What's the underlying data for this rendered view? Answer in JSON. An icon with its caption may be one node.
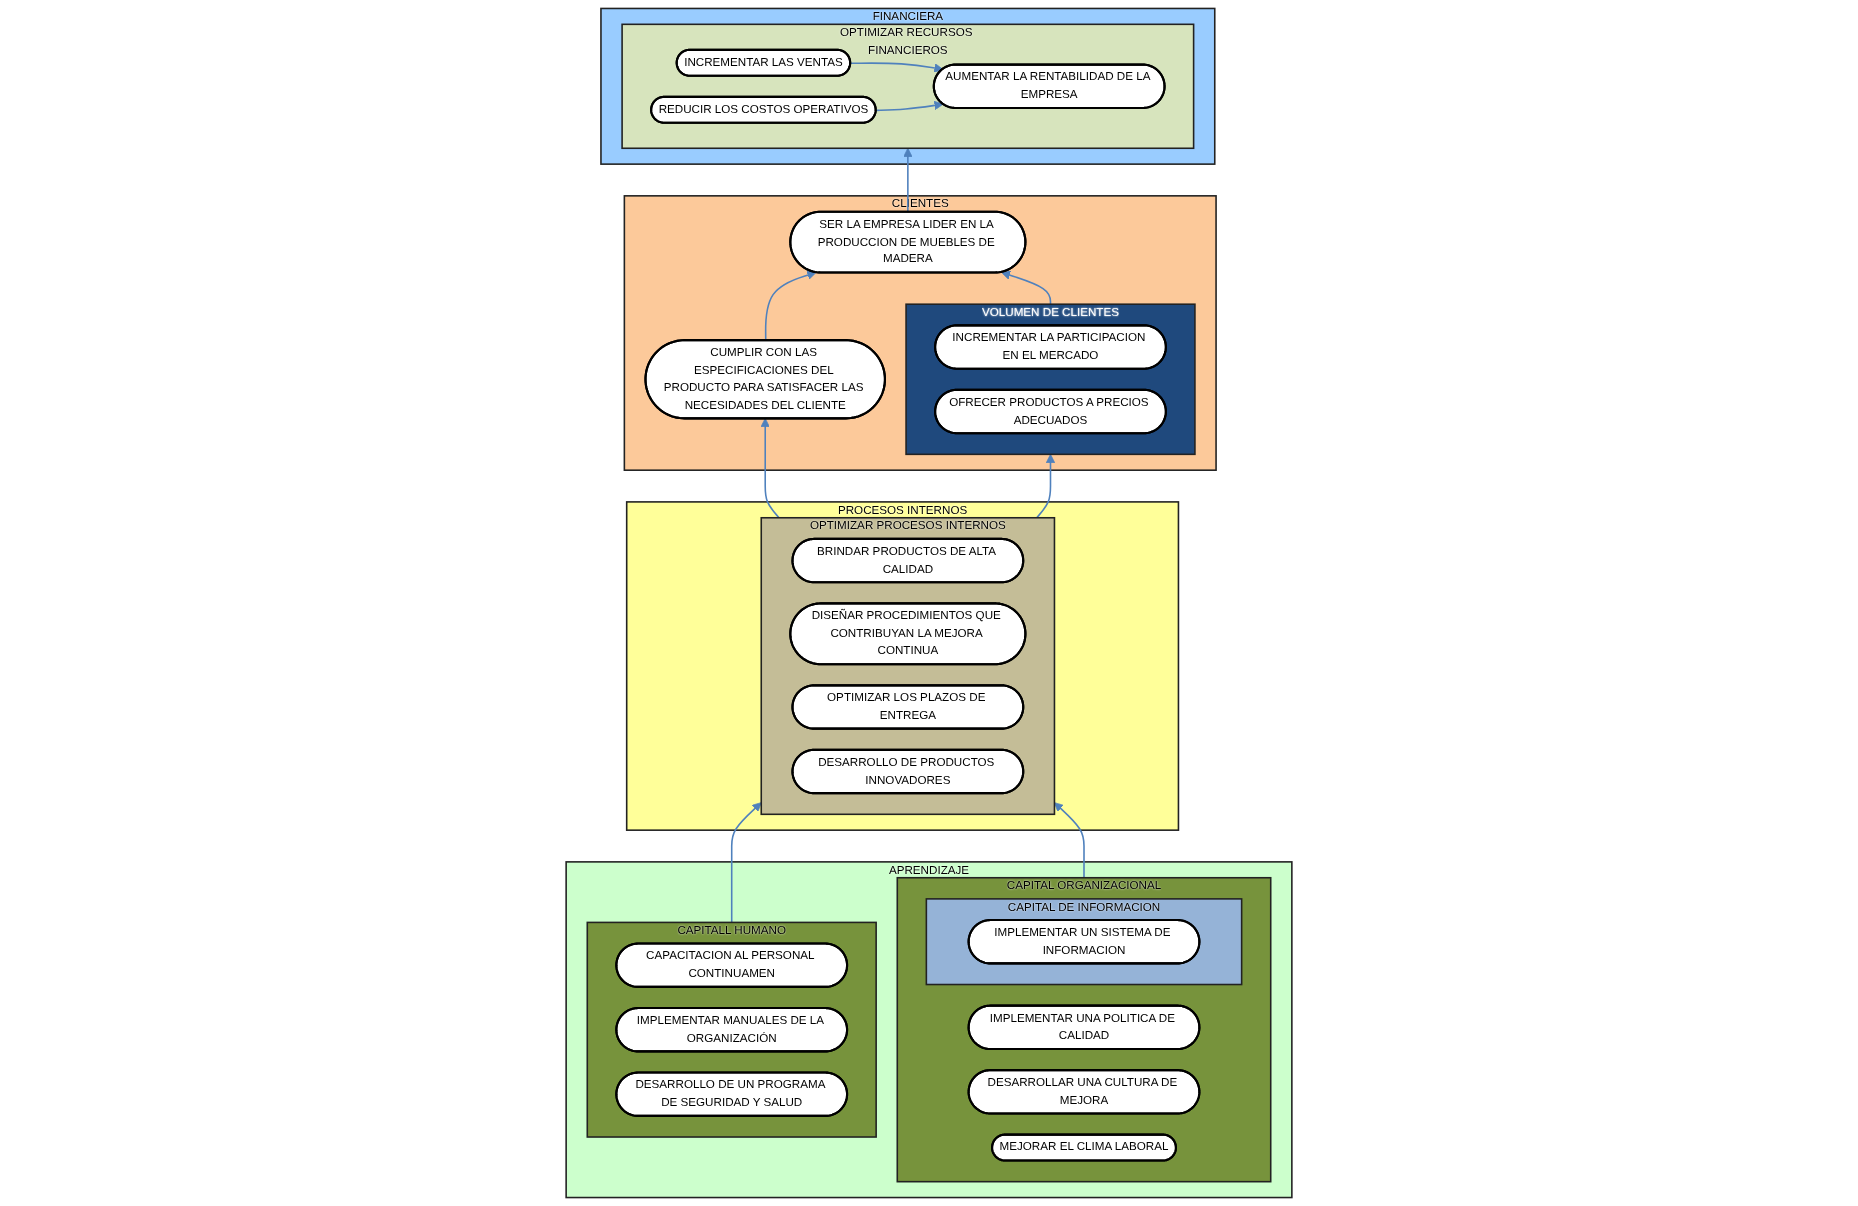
{
  "diagram": {
    "nodes": [
      {
        "text": [
          "FINANCIERA"
        ]
      },
      {
        "text": [
          "OPTIMIZAR RECURSOS FINANCIEROS"
        ],
        "in": 0
      },
      {
        "text": [
          "INCREMENTAR LAS VENTAS"
        ],
        "in": 1
      },
      {
        "text": [
          "AUMENTAR LA RENTABILIDAD DE LA EMPRESA"
        ],
        "in": 1
      },
      {
        "text": [
          "REDUCIR LOS COSTOS OPERATIVOS"
        ],
        "in": 1
      },
      {
        "text": [
          "CLIENTES"
        ]
      },
      {
        "text": [
          "CUMPLIR CON LAS ESPECIFICACIONES DEL PRODUCTO PARA SATISFACER LAS NECESIDADES DEL CLIENTE"
        ],
        "in": 5
      },
      {
        "text": [
          "SER LA EMPRESA LIDER EN LA PRODUCCION DE MUEBLES DE MADERA"
        ],
        "in": 5
      },
      {
        "text": [
          "VOLUMEN DE CLIENTES"
        ],
        "in": 5
      },
      {
        "text": [
          "INCREMENTAR LA PARTICIPACION EN EL MERCADO"
        ],
        "in": 8
      },
      {
        "text": [
          "OFRECER PRODUCTOS A PRECIOS ADECUADOS"
        ],
        "in": 8
      },
      {
        "text": [
          "PROCESOS INTERNOS"
        ]
      },
      {
        "text": [
          "OPTIMIZAR PROCESOS INTERNOS"
        ],
        "in": 11
      },
      {
        "text": [
          "BRINDAR PRODUCTOS DE ALTA CALIDAD"
        ],
        "in": 12
      },
      {
        "text": [
          "DISEÑAR PROCEDIMIENTOS QUE CONTRIBUYAN LA MEJORA CONTINUA"
        ],
        "in": 12
      },
      {
        "text": [
          "OPTIMIZAR LOS PLAZOS DE ENTREGA"
        ],
        "in": 12
      },
      {
        "text": [
          "DESARROLLO DE PRODUCTOS INNOVADORES"
        ],
        "in": 12
      },
      {
        "text": [
          "APRENDIZAJE"
        ]
      },
      {
        "text": [
          "CAPITALL HUMANO"
        ],
        "in": 17
      },
      {
        "text": [
          "CAPACITACION AL PERSONAL CONTINUAMEN"
        ],
        "in": 18
      },
      {
        "text": [
          "IMPLEMENTAR MANUALES DE LA ORGANIZACIÓN"
        ],
        "in": 18
      },
      {
        "text": [
          "DESARROLLO DE UN PROGRAMA DE SEGURIDAD Y SALUD"
        ],
        "in": 18
      },
      {
        "text": [
          "CAPITAL ORGANIZACIONAL"
        ],
        "in": 17
      },
      {
        "text": [
          "IMPLEMENTAR UNA POLITICA DE CALIDAD"
        ],
        "in": 22
      },
      {
        "text": [
          "DESARROLLAR UNA CULTURA DE MEJORA"
        ],
        "in": 22
      },
      {
        "text": [
          "MEJORAR EL CLIMA LABORAL"
        ],
        "in": 22
      },
      {
        "text": [
          "CAPITAL DE INFORMACION"
        ],
        "in": 22
      },
      {
        "text": [
          "IMPLEMENTAR UN SISTEMA DE INFORMACION"
        ],
        "in": 26
      }
    ],
    "edges": [
      {
        "from": 2,
        "to": 3,
        "arrow": "to"
      },
      {
        "from": 4,
        "to": 3,
        "arrow": "to"
      },
      {
        "from": 7,
        "to": 1,
        "arrow": "to"
      },
      {
        "from": 6,
        "to": 7,
        "arrow": "to"
      },
      {
        "from": 8,
        "to": 7,
        "arrow": "to"
      },
      {
        "from": 12,
        "to": 6,
        "arrow": "to"
      },
      {
        "from": 12,
        "to": 8,
        "arrow": "to"
      },
      {
        "from": 18,
        "to": 12,
        "arrow": "to"
      },
      {
        "from": 22,
        "to": 12,
        "arrow": "to"
      }
    ]
  }
}
